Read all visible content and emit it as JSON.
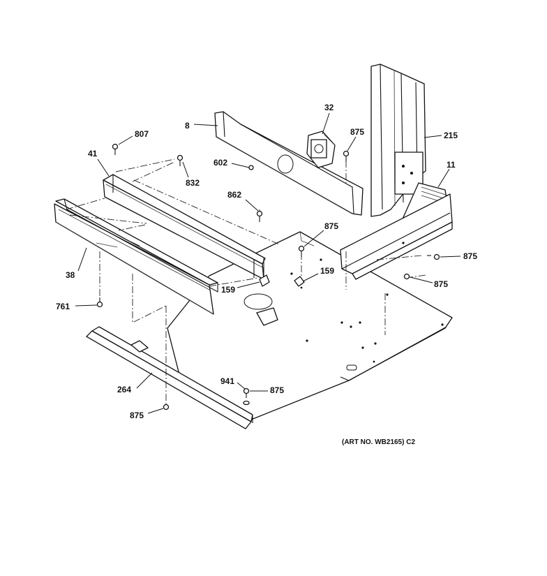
{
  "callouts": {
    "c807": "807",
    "c8": "8",
    "c32": "32",
    "c875_top": "875",
    "c215": "215",
    "c41": "41",
    "c832": "832",
    "c602": "602",
    "c11": "11",
    "c862": "862",
    "c875_mid": "875",
    "c875_right1": "875",
    "c38": "38",
    "c159_right": "159",
    "c875_right2": "875",
    "c159_left": "159",
    "c761": "761",
    "c941": "941",
    "c875_bottom": "875",
    "c264": "264",
    "c875_left": "875"
  },
  "art_number": "(ART NO. WB2165) C2"
}
